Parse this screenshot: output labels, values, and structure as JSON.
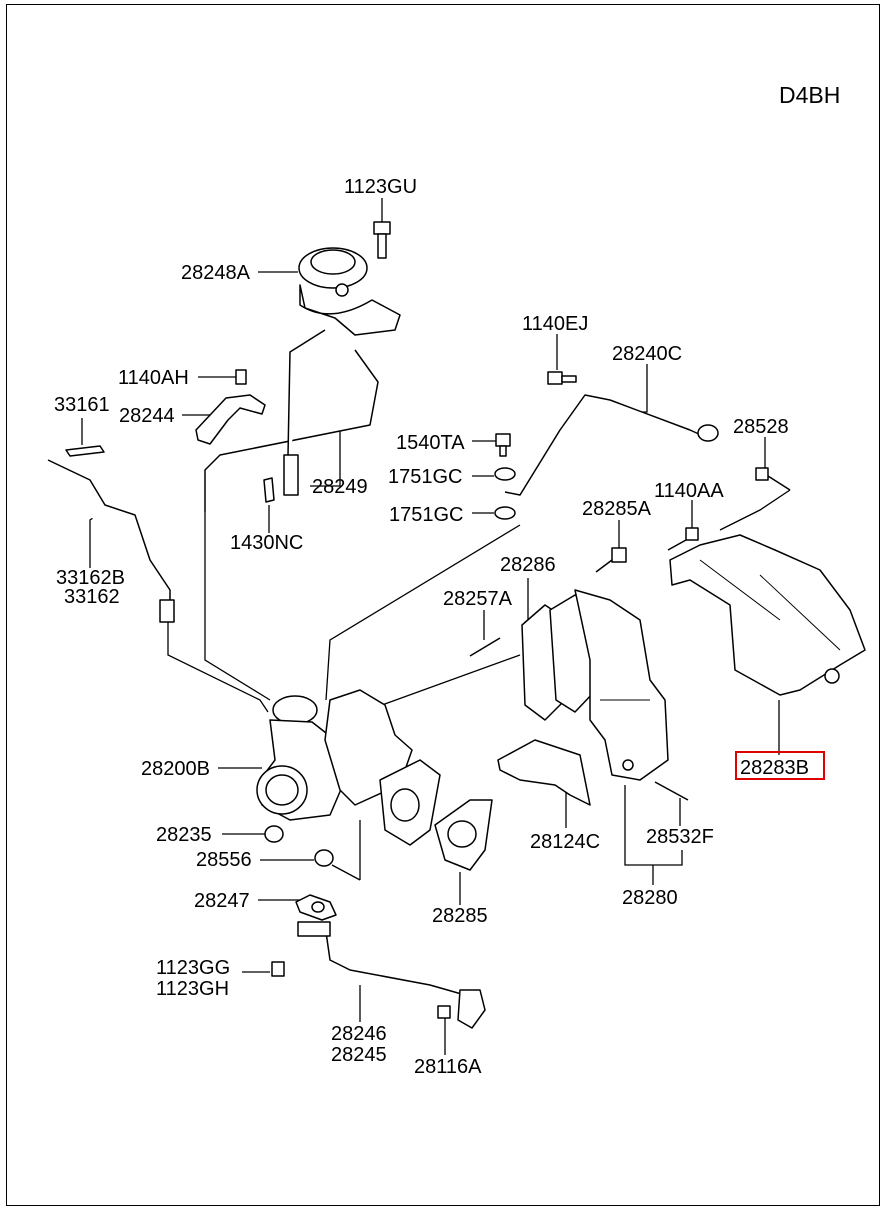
{
  "engine_code": "D4BH",
  "highlight_color": "#e00000",
  "highlighted_part": "28283B",
  "labels": {
    "p1123GU": "1123GU",
    "p28248A": "28248A",
    "p1140EJ": "1140EJ",
    "p28240C": "28240C",
    "p1140AH": "1140AH",
    "p33161": "33161",
    "p28244": "28244",
    "p1540TA": "1540TA",
    "p28528": "28528",
    "p1751GC_a": "1751GC",
    "p28249": "28249",
    "p1140AA": "1140AA",
    "p1751GC_b": "1751GC",
    "p28285A": "28285A",
    "p1430NC": "1430NC",
    "p33162B": "33162B",
    "p33162": "33162",
    "p28286": "28286",
    "p28257A": "28257A",
    "p28283B": "28283B",
    "p28200B": "28200B",
    "p28235": "28235",
    "p28124C": "28124C",
    "p28532F": "28532F",
    "p28556": "28556",
    "p28247": "28247",
    "p28285": "28285",
    "p28280": "28280",
    "p1123GG": "1123GG",
    "p1123GH": "1123GH",
    "p28246": "28246",
    "p28245": "28245",
    "p28116A": "28116A"
  }
}
